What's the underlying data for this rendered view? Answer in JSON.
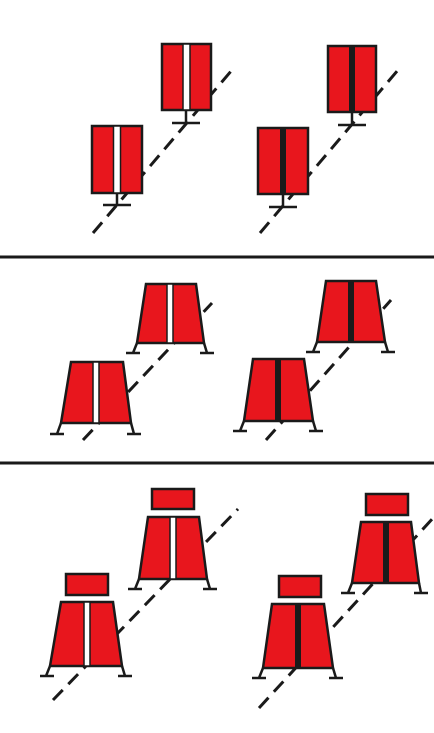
{
  "colors": {
    "fill": "#e8161d",
    "stroke": "#1a1a1a",
    "background": "#ffffff",
    "seam": "#ffffff"
  },
  "panels": [
    {
      "name": "panel-rectangular-units",
      "kind": "rect",
      "units": [
        {
          "seam": "white"
        },
        {
          "seam": "white"
        },
        {
          "seam": "black"
        },
        {
          "seam": "black"
        }
      ]
    },
    {
      "name": "panel-trapezoid-units",
      "kind": "trap",
      "units": [
        {
          "seam": "white"
        },
        {
          "seam": "white"
        },
        {
          "seam": "black"
        },
        {
          "seam": "black"
        }
      ]
    },
    {
      "name": "panel-trapezoid-capped-units",
      "kind": "trapcap",
      "units": [
        {
          "seam": "white"
        },
        {
          "seam": "white"
        },
        {
          "seam": "black"
        },
        {
          "seam": "black"
        }
      ]
    }
  ]
}
